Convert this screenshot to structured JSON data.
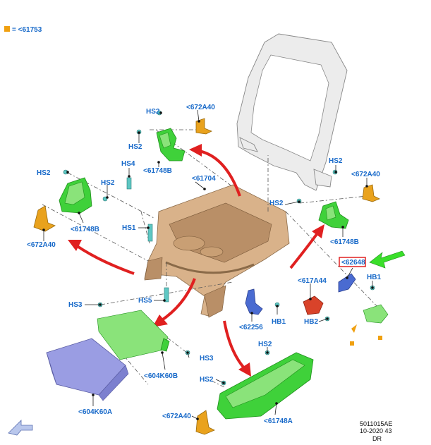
{
  "legend": {
    "text": "= <61753",
    "color": "#f0a010"
  },
  "labels": {
    "hs2_a": "HS2",
    "p672a40_a": "<672A40",
    "hs2_b": "HS2",
    "p61748b_a": "<61748B",
    "hs2_c": "HS2",
    "hs2_d": "HS2",
    "hs4": "HS4",
    "p61704": "<61704",
    "p61748b_b": "<61748B",
    "hs2_e": "HS2",
    "p672a40_b": "<672A40",
    "p672a40_c": "<672A40",
    "hs2_f": "HS2",
    "p61748b_c": "<61748B",
    "hs1": "HS1",
    "p62648": "<62648",
    "hb1": "HB1",
    "p617a44": "<617A44",
    "hs3_a": "HS3",
    "hs5": "HS5",
    "p62256": "<62256",
    "hb1_b": "HB1",
    "hb2": "HB2",
    "hs3_b": "HS3",
    "hs2_g": "HS2",
    "p604k60b": "<604K60B",
    "hs2_h": "HS2",
    "p604k60a": "<604K60A",
    "p672a40_d": "<672A40",
    "p61748a": "<61748A"
  },
  "footer": {
    "line1": "5011015AE",
    "line2": "10-2020 43",
    "line3": "DR"
  },
  "colors": {
    "accent_label": "#1769c9",
    "highlight_box": "#e02020",
    "arrow_red": "#e02020",
    "arrow_green": "#3adf2a"
  }
}
